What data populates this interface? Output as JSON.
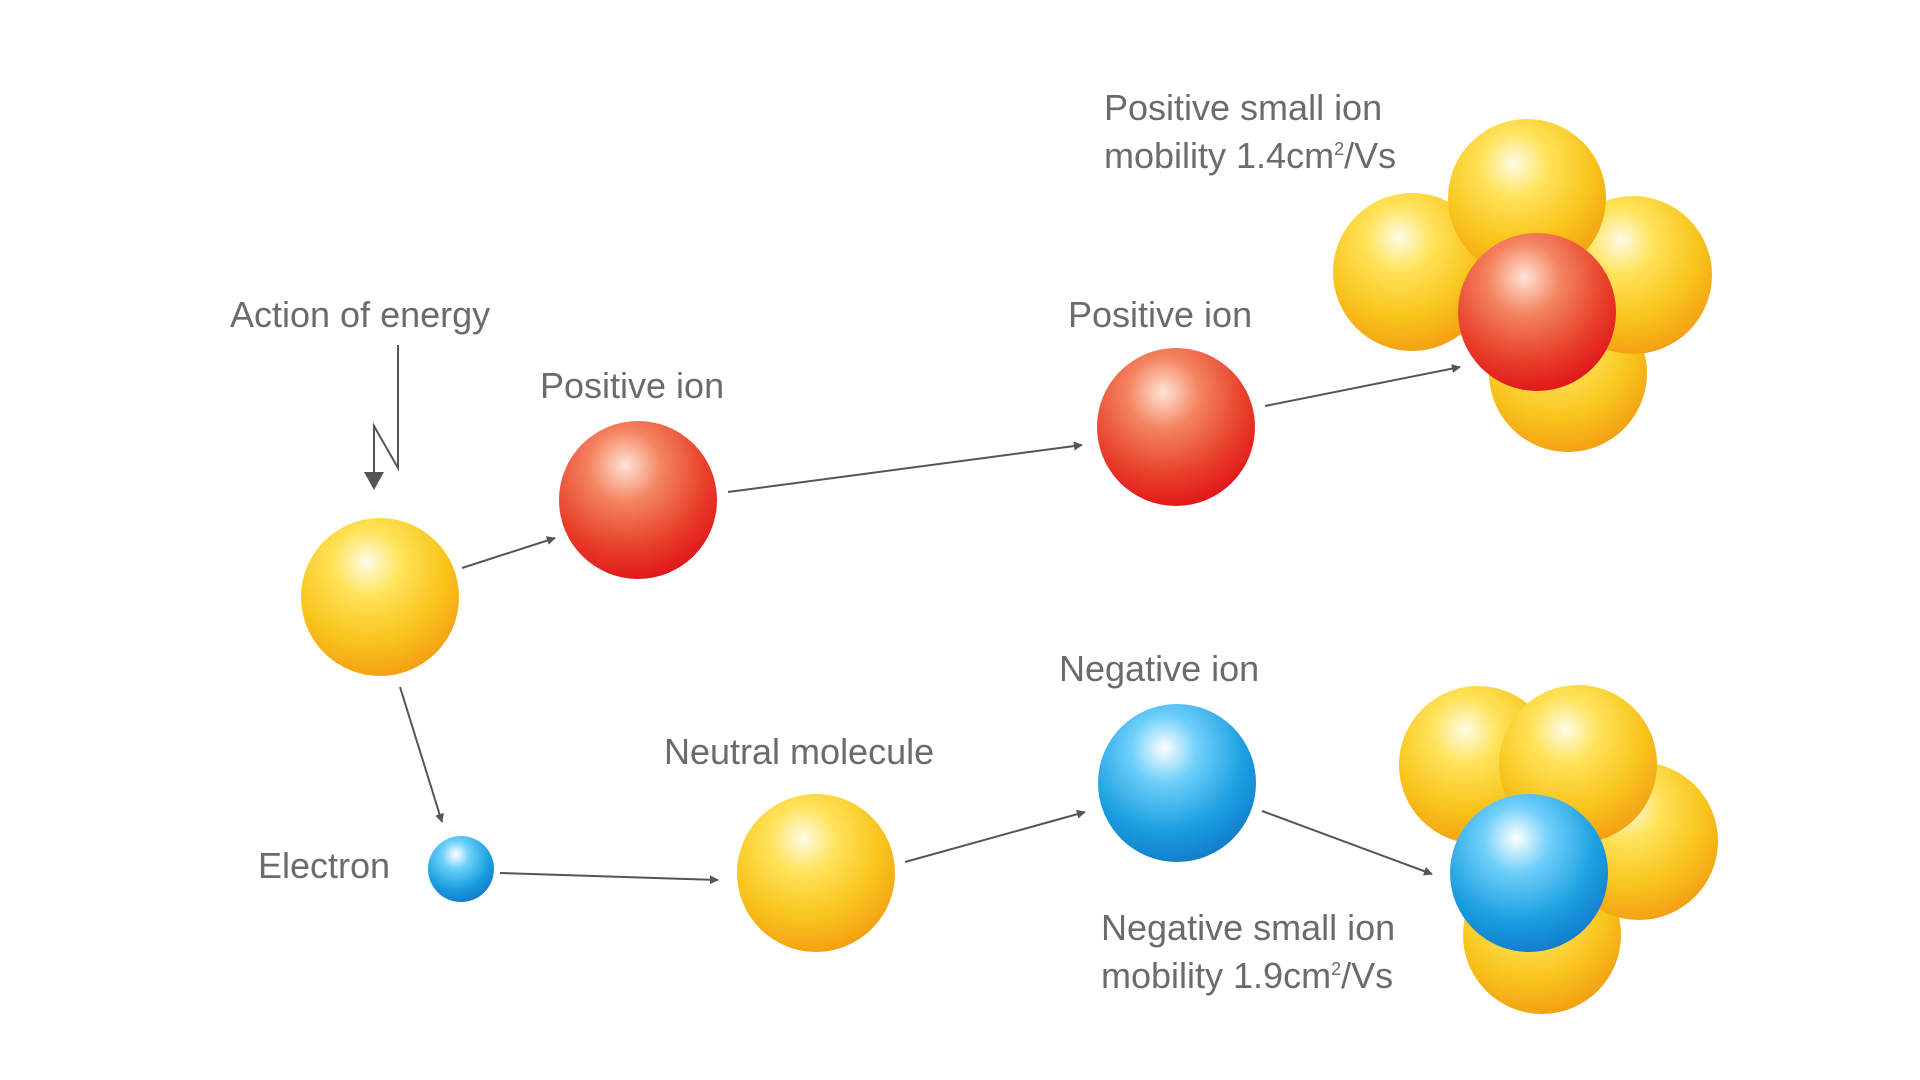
{
  "colors": {
    "neutral": "#f7c520",
    "positive": "#e8402a",
    "negative": "#1a97db",
    "arrow": "#555555",
    "text": "#6b6b6b"
  },
  "labels": {
    "action_of_energy": "Action of energy",
    "positive_ion_1": "Positive ion",
    "positive_ion_2": "Positive ion",
    "negative_ion": "Negative ion",
    "neutral_molecule": "Neutral molecule",
    "electron": "Electron"
  },
  "positive_small_ion": {
    "line1": "Positive small ion",
    "mobility_prefix": "mobility 1.4cm",
    "exponent": "2",
    "unit_suffix": "/Vs"
  },
  "negative_small_ion": {
    "line1": "Negative small ion",
    "mobility_prefix": "mobility 1.9cm",
    "exponent": "2",
    "unit_suffix": "/Vs"
  }
}
